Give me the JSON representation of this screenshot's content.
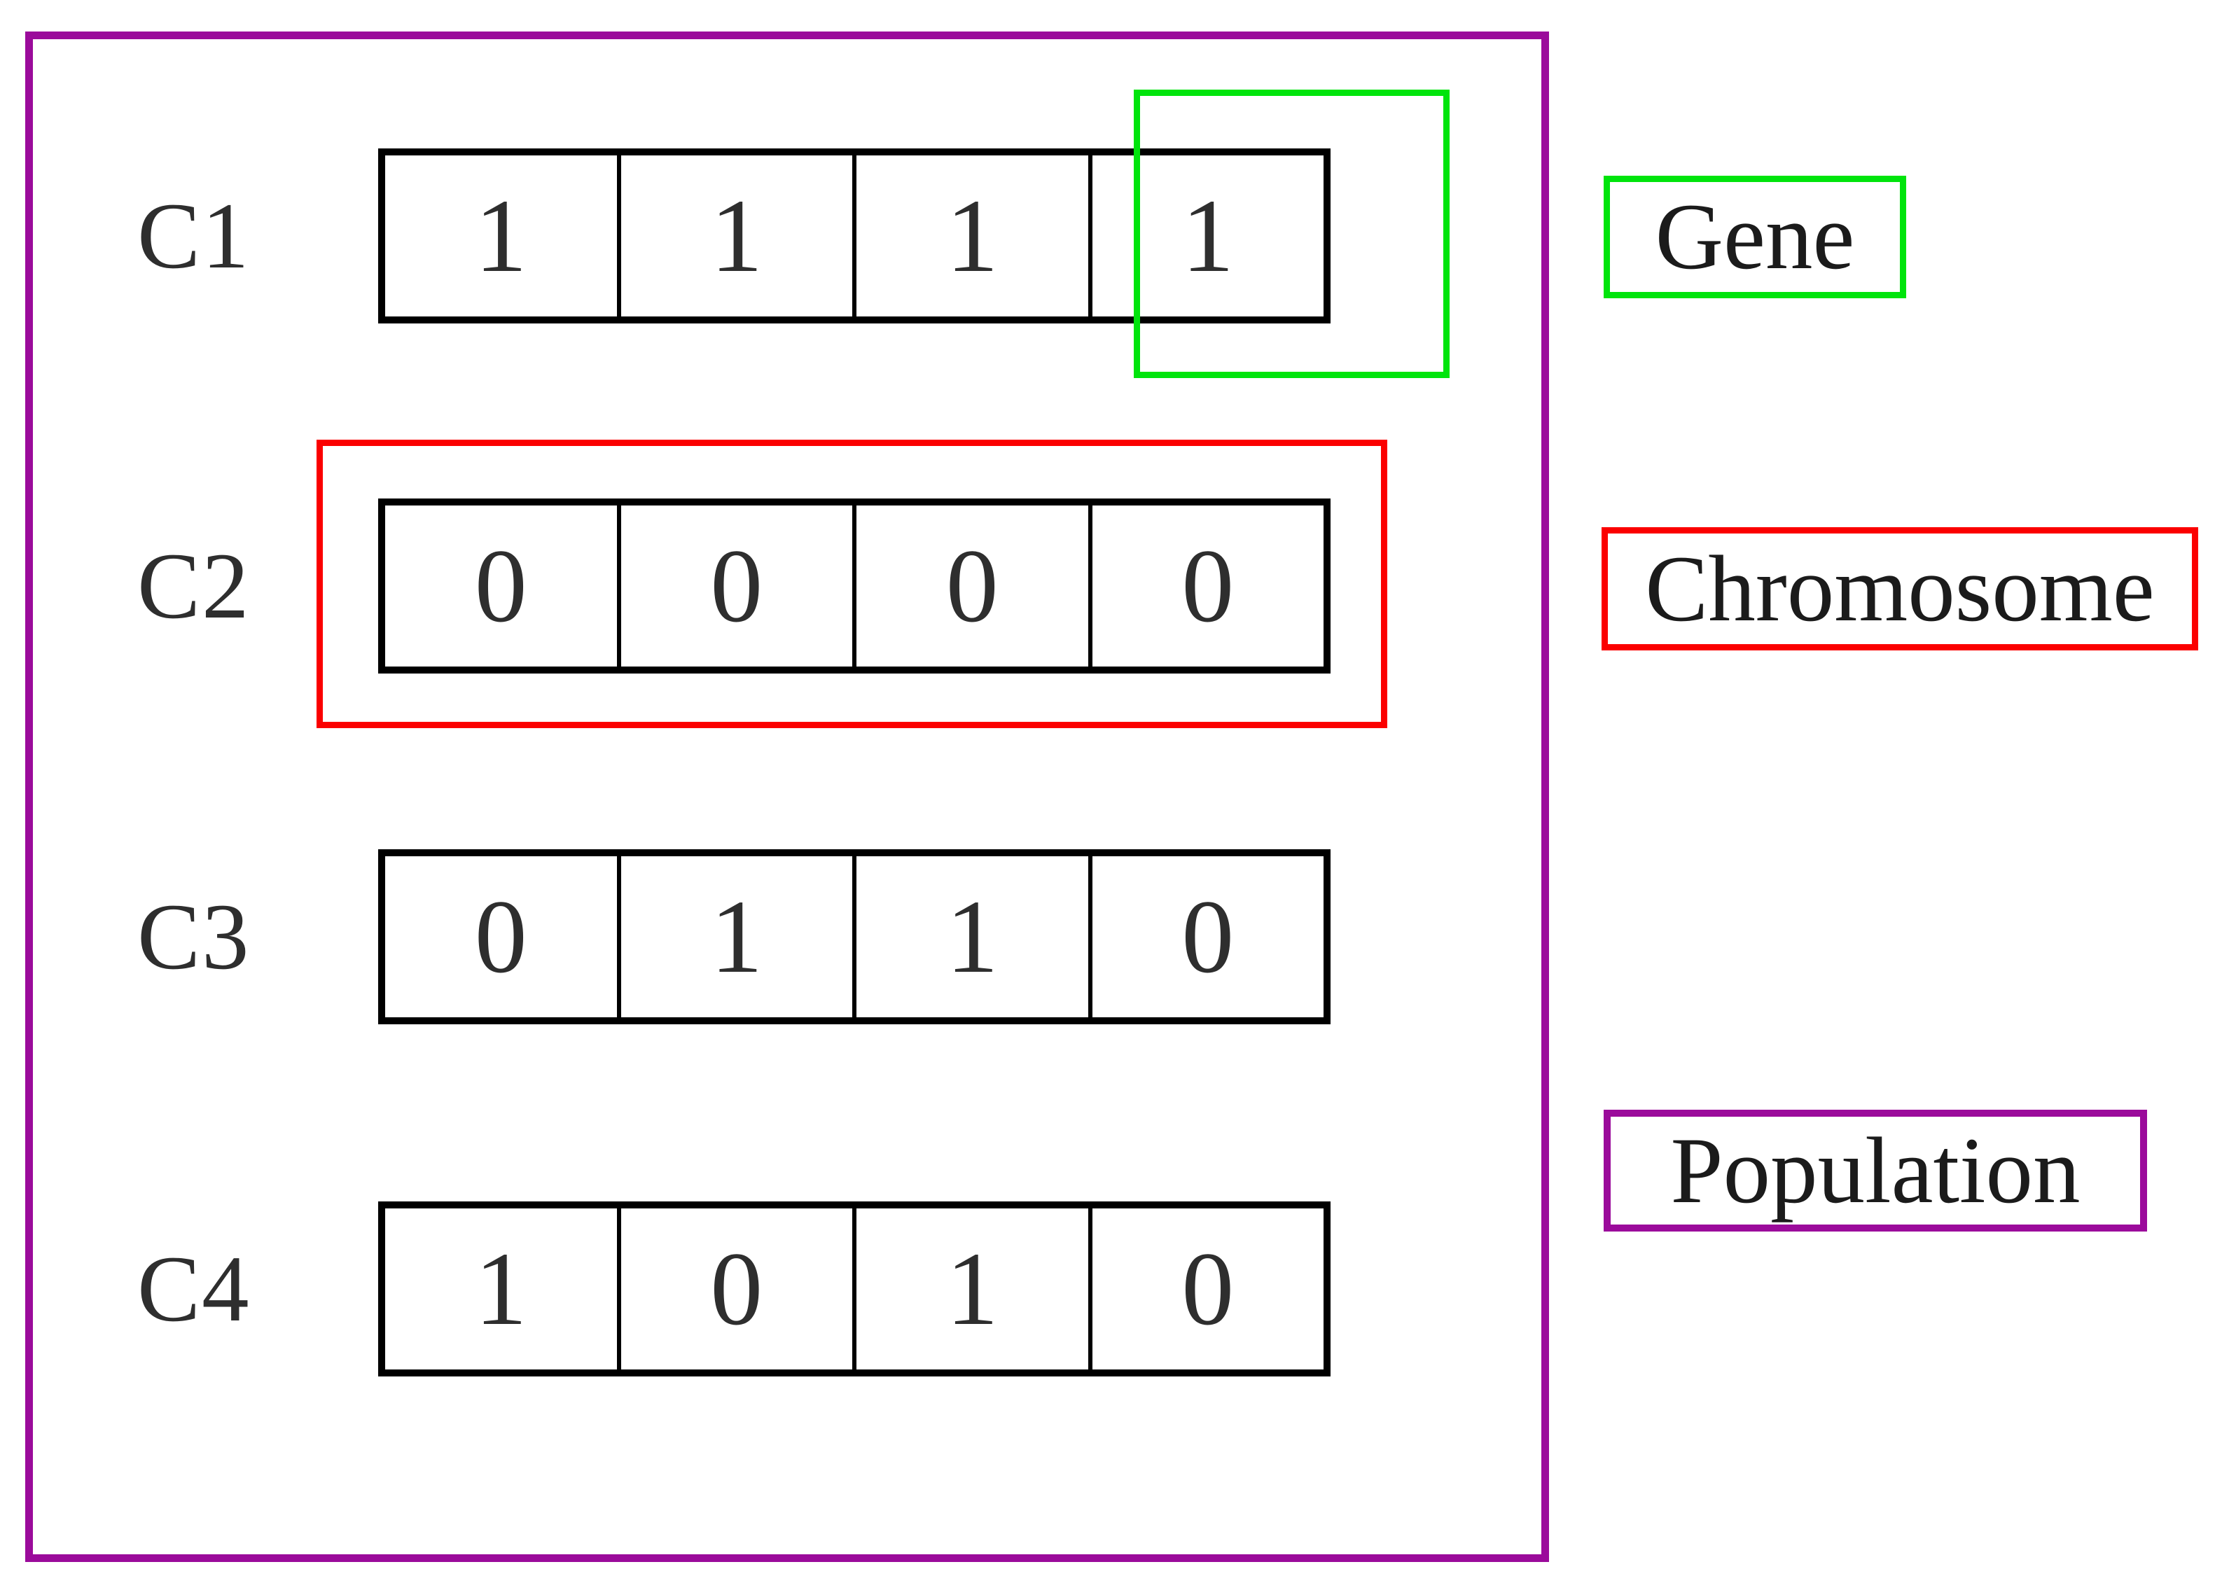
{
  "population": {
    "rows": [
      {
        "label": "C1",
        "genes": [
          "1",
          "1",
          "1",
          "1"
        ]
      },
      {
        "label": "C2",
        "genes": [
          "0",
          "0",
          "0",
          "0"
        ]
      },
      {
        "label": "C3",
        "genes": [
          "0",
          "1",
          "1",
          "0"
        ]
      },
      {
        "label": "C4",
        "genes": [
          "1",
          "0",
          "1",
          "0"
        ]
      }
    ]
  },
  "annotations": {
    "gene": {
      "label": "Gene",
      "color": "#00E40C"
    },
    "chromosome": {
      "label": "Chromosome",
      "color": "#FB0000"
    },
    "population": {
      "label": "Population",
      "color": "#9B0B9B"
    }
  }
}
